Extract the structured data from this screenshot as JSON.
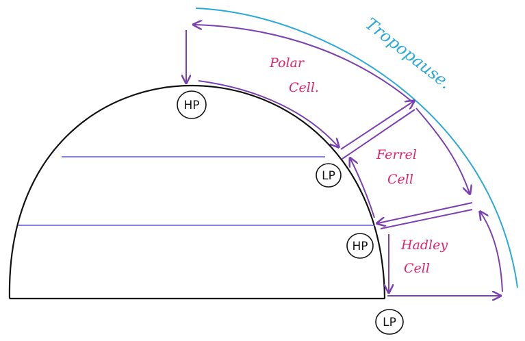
{
  "labels": {
    "tropopause": "Tropopause.",
    "polar_cell": [
      "Polar",
      "Cell."
    ],
    "ferrel_cell": [
      "Ferrel",
      "Cell"
    ],
    "hadley_cell": [
      "Hadley",
      "Cell"
    ],
    "pressure_pole_top": "HP",
    "pressure_60": "LP",
    "pressure_30": "HP",
    "pressure_equator": "LP"
  },
  "colors": {
    "earth_outline": "#111111",
    "latitude_lines": "#5b5bd6",
    "circulation_arrows": "#7a3fb0",
    "cell_labels": "#e0246e",
    "tropopause": "#2aa8d8",
    "pressure_text": "#111111"
  }
}
